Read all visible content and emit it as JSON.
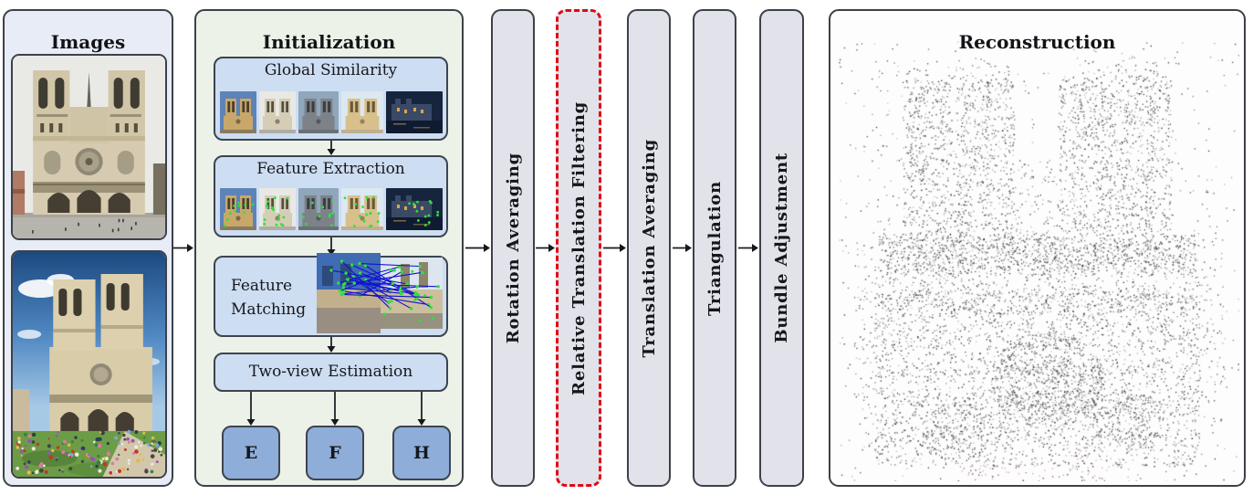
{
  "panels": {
    "images": {
      "title": "Images"
    },
    "initialization": {
      "title": "Initialization",
      "global_similarity_label": "Global Similarity",
      "feature_extraction_label": "Feature Extraction",
      "feature_matching_line1": "Feature",
      "feature_matching_line2": "Matching",
      "two_view_label": "Two-view Estimation",
      "outputs": [
        "E",
        "F",
        "H"
      ]
    },
    "reconstruction": {
      "title": "Reconstruction"
    }
  },
  "stages": [
    {
      "label": "Rotation Averaging",
      "highlighted": false
    },
    {
      "label": "Relative Translation Filtering",
      "highlighted": true
    },
    {
      "label": "Translation Averaging",
      "highlighted": false
    },
    {
      "label": "Triangulation",
      "highlighted": false
    },
    {
      "label": "Bundle Adjustment",
      "highlighted": false
    }
  ],
  "colors": {
    "highlight_border": "#e10814",
    "images_panel_bg": "#e7ecf6",
    "init_panel_bg": "#ecf2e8",
    "stage_bg": "#e2e2ea",
    "inner_box_bg": "#cdddf2",
    "output_box_bg": "#8fadd9",
    "panel_border": "#3d4148",
    "match_line": "#1212cf",
    "feature_point": "#2de23c",
    "point_cloud": "#141416"
  },
  "thumb_palettes": [
    {
      "sky": "#5d83b8",
      "stone": "#c8a86a",
      "dark": "#4a3f2e",
      "ground": "#8a7a5e",
      "wide": false
    },
    {
      "sky": "#e8e9e5",
      "stone": "#d6cdb6",
      "dark": "#54503f",
      "ground": "#b0ada6",
      "wide": false
    },
    {
      "sky": "#8fa6bb",
      "stone": "#7d8289",
      "dark": "#3a3d42",
      "ground": "#6b7076",
      "wide": false
    },
    {
      "sky": "#dce8f2",
      "stone": "#d8c08c",
      "dark": "#6a5a3a",
      "ground": "#c0b090",
      "wide": false
    },
    {
      "sky": "#16243e",
      "stone": "#3a4a66",
      "dark": "#d8a84a",
      "ground": "#0f1b30",
      "wide": true
    }
  ]
}
